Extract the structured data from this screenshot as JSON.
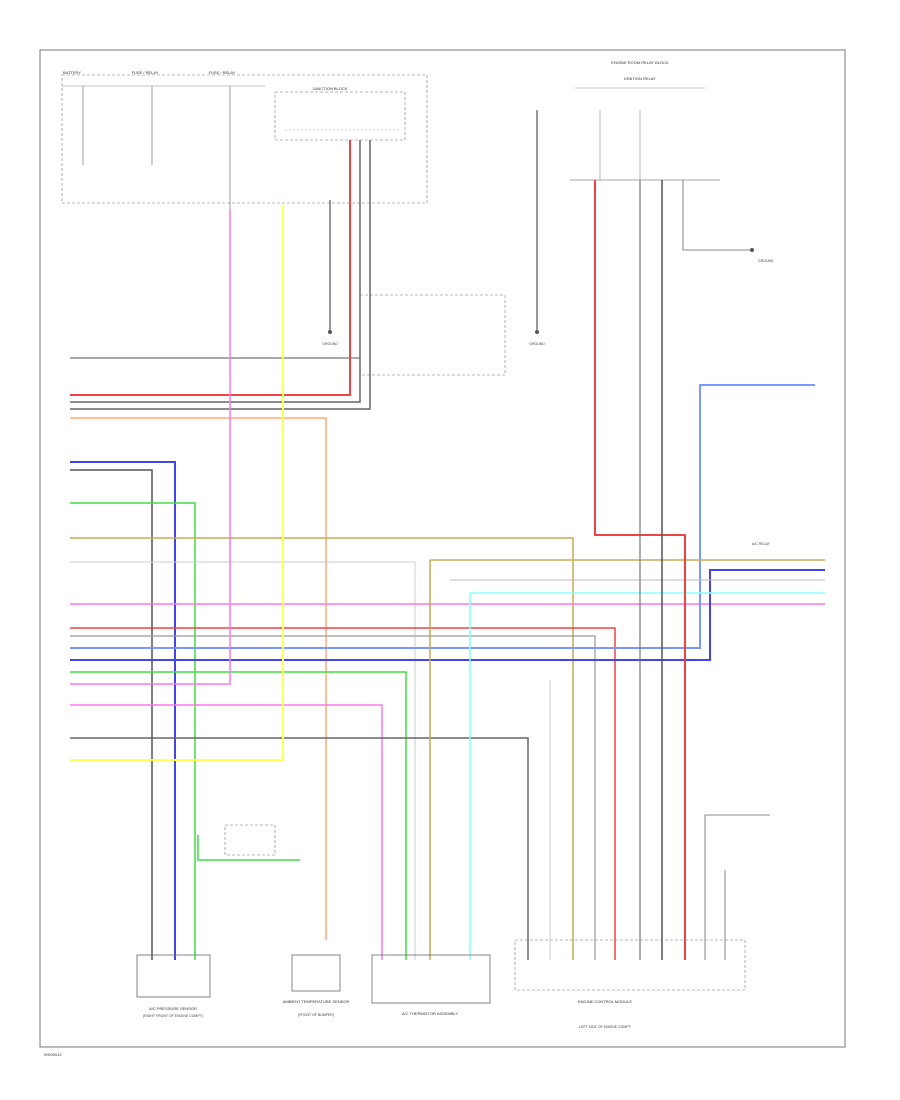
{
  "colors": {
    "red": "#ee4444",
    "blue": "#4444ee",
    "lightblue": "#7799ff",
    "green": "#44dd44",
    "yellow": "#ffff55",
    "pink": "#ff77ee",
    "orange": "#ffaa77",
    "tan": "#ccaa55",
    "cyan": "#88ffff",
    "black": "#555555",
    "gray": "#aaaaaa",
    "frame": "#666666"
  },
  "labels": {
    "top_left_1": "BATTERY",
    "top_left_2": "FUSE / RELAY",
    "top_left_3": "FUSE / RELAY",
    "junction_block": "JUNCTION BLOCK",
    "top_right_title": "ENGINE ROOM RELAY BLOCK",
    "top_right_sub": "IGNITION RELAY",
    "ground_1": "GROUND",
    "ground_2": "GROUND",
    "ground_3": "GROUND",
    "bottom_left_1": "A/C PRESSURE SENSOR",
    "bottom_left_1b": "(RIGHT FRONT OF ENGINE COMPT)",
    "bottom_mid_1": "AMBIENT TEMPERATURE SENSOR",
    "bottom_mid_1b": "(FRONT OF BUMPER)",
    "bottom_mid_2": "A/C THERMISTOR ASSEMBLY",
    "bottom_right_1": "ENGINE CONTROL MODULE",
    "bottom_right_2": "LEFT SIDE OF ENGINE COMPT",
    "right_connector": "A/C RELAY",
    "footer_code": "WS00012"
  }
}
